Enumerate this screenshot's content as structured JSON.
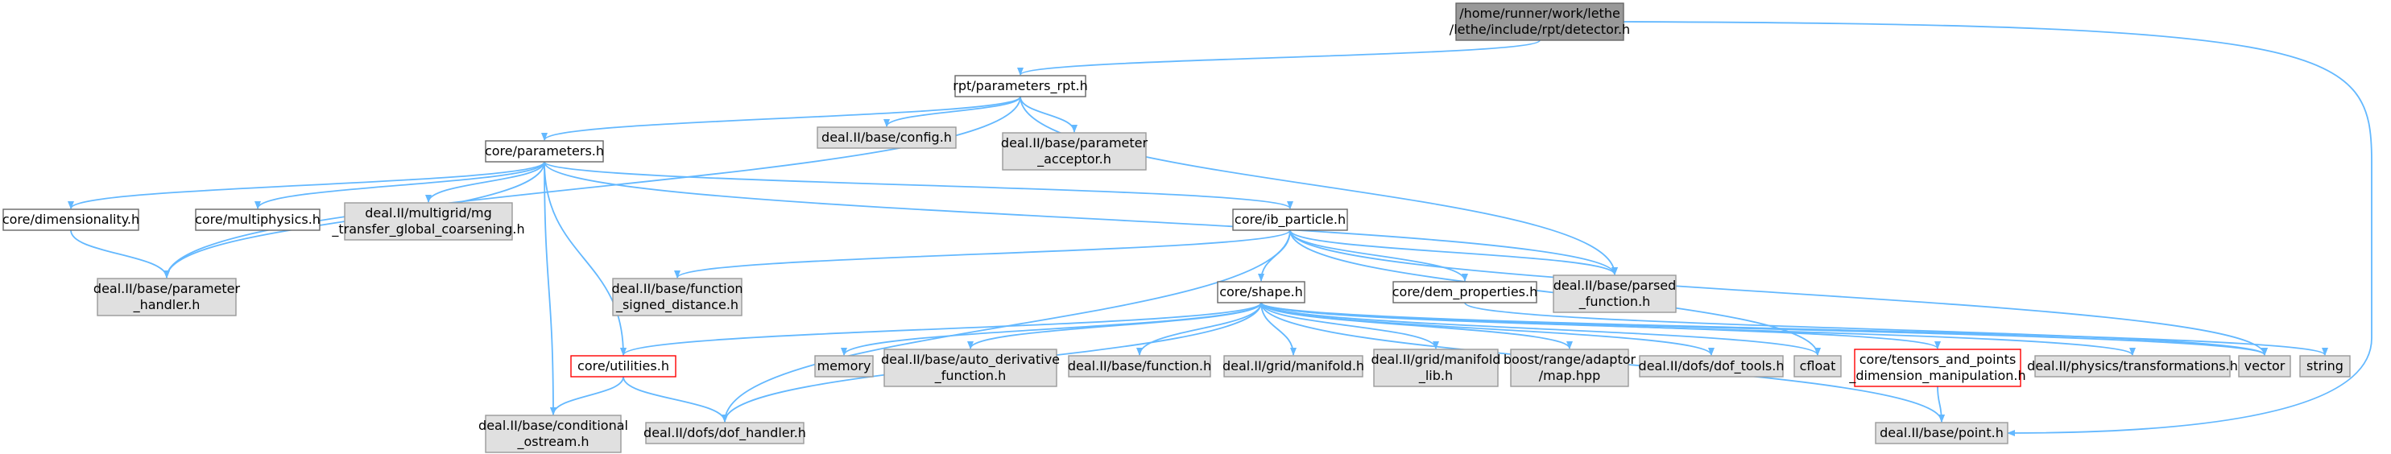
{
  "colors": {
    "root_fill": "#999999",
    "documented_fill": "#ffffff",
    "external_fill": "#e0e0e0",
    "border_dark": "#666666",
    "border_external": "#999999",
    "border_red": "#ff0000",
    "edge": "#63b8ff",
    "text": "#000000"
  },
  "nodes": [
    {
      "id": "detector",
      "lines": [
        "/home/runner/work/lethe",
        "/lethe/include/rpt/detector.h"
      ],
      "style": "root"
    },
    {
      "id": "parameters_rpt",
      "lines": [
        "rpt/parameters_rpt.h"
      ],
      "style": "documented"
    },
    {
      "id": "core_parameters",
      "lines": [
        "core/parameters.h"
      ],
      "style": "documented"
    },
    {
      "id": "dealii_config",
      "lines": [
        "deal.II/base/config.h"
      ],
      "style": "external"
    },
    {
      "id": "dealii_param_acceptor",
      "lines": [
        "deal.II/base/parameter",
        "_acceptor.h"
      ],
      "style": "external"
    },
    {
      "id": "core_dimensionality",
      "lines": [
        "core/dimensionality.h"
      ],
      "style": "documented"
    },
    {
      "id": "core_multiphysics",
      "lines": [
        "core/multiphysics.h"
      ],
      "style": "documented"
    },
    {
      "id": "dealii_mg_transfer",
      "lines": [
        "deal.II/multigrid/mg",
        "_transfer_global_coarsening.h"
      ],
      "style": "external"
    },
    {
      "id": "core_ib_particle",
      "lines": [
        "core/ib_particle.h"
      ],
      "style": "documented"
    },
    {
      "id": "dealii_param_handler",
      "lines": [
        "deal.II/base/parameter",
        "_handler.h"
      ],
      "style": "external"
    },
    {
      "id": "dealii_func_signed",
      "lines": [
        "deal.II/base/function",
        "_signed_distance.h"
      ],
      "style": "external"
    },
    {
      "id": "core_shape",
      "lines": [
        "core/shape.h"
      ],
      "style": "documented"
    },
    {
      "id": "core_dem_properties",
      "lines": [
        "core/dem_properties.h"
      ],
      "style": "documented"
    },
    {
      "id": "dealii_parsed_function",
      "lines": [
        "deal.II/base/parsed",
        "_function.h"
      ],
      "style": "external"
    },
    {
      "id": "core_utilities",
      "lines": [
        "core/utilities.h"
      ],
      "style": "red"
    },
    {
      "id": "memory",
      "lines": [
        "memory"
      ],
      "style": "external"
    },
    {
      "id": "dealii_auto_deriv",
      "lines": [
        "deal.II/base/auto_derivative",
        "_function.h"
      ],
      "style": "external"
    },
    {
      "id": "dealii_function",
      "lines": [
        "deal.II/base/function.h"
      ],
      "style": "external"
    },
    {
      "id": "dealii_grid_manifold",
      "lines": [
        "deal.II/grid/manifold.h"
      ],
      "style": "external"
    },
    {
      "id": "dealii_grid_manifold_lib",
      "lines": [
        "deal.II/grid/manifold",
        "_lib.h"
      ],
      "style": "external"
    },
    {
      "id": "boost_range_map",
      "lines": [
        "boost/range/adaptor",
        "/map.hpp"
      ],
      "style": "external"
    },
    {
      "id": "dealii_dof_tools",
      "lines": [
        "deal.II/dofs/dof_tools.h"
      ],
      "style": "external"
    },
    {
      "id": "cfloat",
      "lines": [
        "cfloat"
      ],
      "style": "external"
    },
    {
      "id": "core_tensors_points",
      "lines": [
        "core/tensors_and_points",
        "_dimension_manipulation.h"
      ],
      "style": "red"
    },
    {
      "id": "dealii_transformations",
      "lines": [
        "deal.II/physics/transformations.h"
      ],
      "style": "external"
    },
    {
      "id": "vector",
      "lines": [
        "vector"
      ],
      "style": "external"
    },
    {
      "id": "string",
      "lines": [
        "string"
      ],
      "style": "external"
    },
    {
      "id": "dealii_cond_ostream",
      "lines": [
        "deal.II/base/conditional",
        "_ostream.h"
      ],
      "style": "external"
    },
    {
      "id": "dealii_dof_handler",
      "lines": [
        "deal.II/dofs/dof_handler.h"
      ],
      "style": "external"
    },
    {
      "id": "dealii_point",
      "lines": [
        "deal.II/base/point.h"
      ],
      "style": "external"
    }
  ],
  "edges": [
    [
      "detector",
      "parameters_rpt"
    ],
    [
      "detector",
      "dealii_point"
    ],
    [
      "parameters_rpt",
      "core_parameters"
    ],
    [
      "parameters_rpt",
      "dealii_config"
    ],
    [
      "parameters_rpt",
      "dealii_param_acceptor"
    ],
    [
      "parameters_rpt",
      "dealii_param_handler"
    ],
    [
      "parameters_rpt",
      "dealii_parsed_function"
    ],
    [
      "core_parameters",
      "core_dimensionality"
    ],
    [
      "core_parameters",
      "core_multiphysics"
    ],
    [
      "core_parameters",
      "dealii_mg_transfer"
    ],
    [
      "core_parameters",
      "core_ib_particle"
    ],
    [
      "core_parameters",
      "dealii_param_handler"
    ],
    [
      "core_parameters",
      "dealii_parsed_function"
    ],
    [
      "core_parameters",
      "core_utilities"
    ],
    [
      "core_parameters",
      "dealii_cond_ostream"
    ],
    [
      "core_dimensionality",
      "dealii_param_handler"
    ],
    [
      "core_ib_particle",
      "dealii_func_signed"
    ],
    [
      "core_ib_particle",
      "core_shape"
    ],
    [
      "core_ib_particle",
      "core_dem_properties"
    ],
    [
      "core_ib_particle",
      "dealii_parsed_function"
    ],
    [
      "core_ib_particle",
      "dealii_dof_handler"
    ],
    [
      "core_ib_particle",
      "vector"
    ],
    [
      "core_ib_particle",
      "cfloat"
    ],
    [
      "core_shape",
      "core_utilities"
    ],
    [
      "core_shape",
      "memory"
    ],
    [
      "core_shape",
      "dealii_auto_deriv"
    ],
    [
      "core_shape",
      "dealii_function"
    ],
    [
      "core_shape",
      "dealii_grid_manifold"
    ],
    [
      "core_shape",
      "dealii_grid_manifold_lib"
    ],
    [
      "core_shape",
      "boost_range_map"
    ],
    [
      "core_shape",
      "dealii_dof_tools"
    ],
    [
      "core_shape",
      "cfloat"
    ],
    [
      "core_shape",
      "core_tensors_points"
    ],
    [
      "core_shape",
      "dealii_transformations"
    ],
    [
      "core_shape",
      "vector"
    ],
    [
      "core_shape",
      "string"
    ],
    [
      "core_shape",
      "dealii_dof_handler"
    ],
    [
      "core_shape",
      "dealii_point"
    ],
    [
      "core_dem_properties",
      "vector"
    ],
    [
      "core_utilities",
      "dealii_cond_ostream"
    ],
    [
      "core_utilities",
      "dealii_dof_handler"
    ],
    [
      "core_tensors_points",
      "dealii_point"
    ]
  ]
}
